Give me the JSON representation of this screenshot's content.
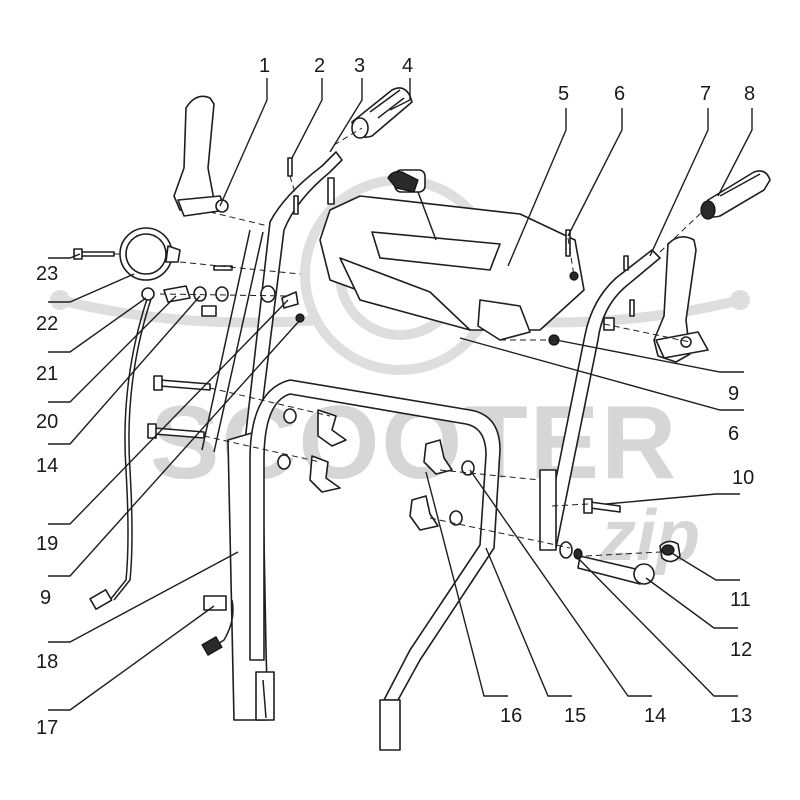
{
  "watermark": {
    "brand": "SCOOTER",
    "script": "zip"
  },
  "callouts": [
    {
      "id": "c1",
      "label": "1"
    },
    {
      "id": "c2",
      "label": "2"
    },
    {
      "id": "c3",
      "label": "3"
    },
    {
      "id": "c4",
      "label": "4"
    },
    {
      "id": "c5",
      "label": "5"
    },
    {
      "id": "c6a",
      "label": "6"
    },
    {
      "id": "c7",
      "label": "7"
    },
    {
      "id": "c8",
      "label": "8"
    },
    {
      "id": "c9a",
      "label": "9"
    },
    {
      "id": "c6b",
      "label": "6"
    },
    {
      "id": "c10",
      "label": "10"
    },
    {
      "id": "c11",
      "label": "11"
    },
    {
      "id": "c12",
      "label": "12"
    },
    {
      "id": "c13",
      "label": "13"
    },
    {
      "id": "c14a",
      "label": "14"
    },
    {
      "id": "c15",
      "label": "15"
    },
    {
      "id": "c16",
      "label": "16"
    },
    {
      "id": "c17",
      "label": "17"
    },
    {
      "id": "c18",
      "label": "18"
    },
    {
      "id": "c9b",
      "label": "9"
    },
    {
      "id": "c19",
      "label": "19"
    },
    {
      "id": "c14b",
      "label": "14"
    },
    {
      "id": "c20",
      "label": "20"
    },
    {
      "id": "c21",
      "label": "21"
    },
    {
      "id": "c22",
      "label": "22"
    },
    {
      "id": "c23",
      "label": "23"
    }
  ]
}
